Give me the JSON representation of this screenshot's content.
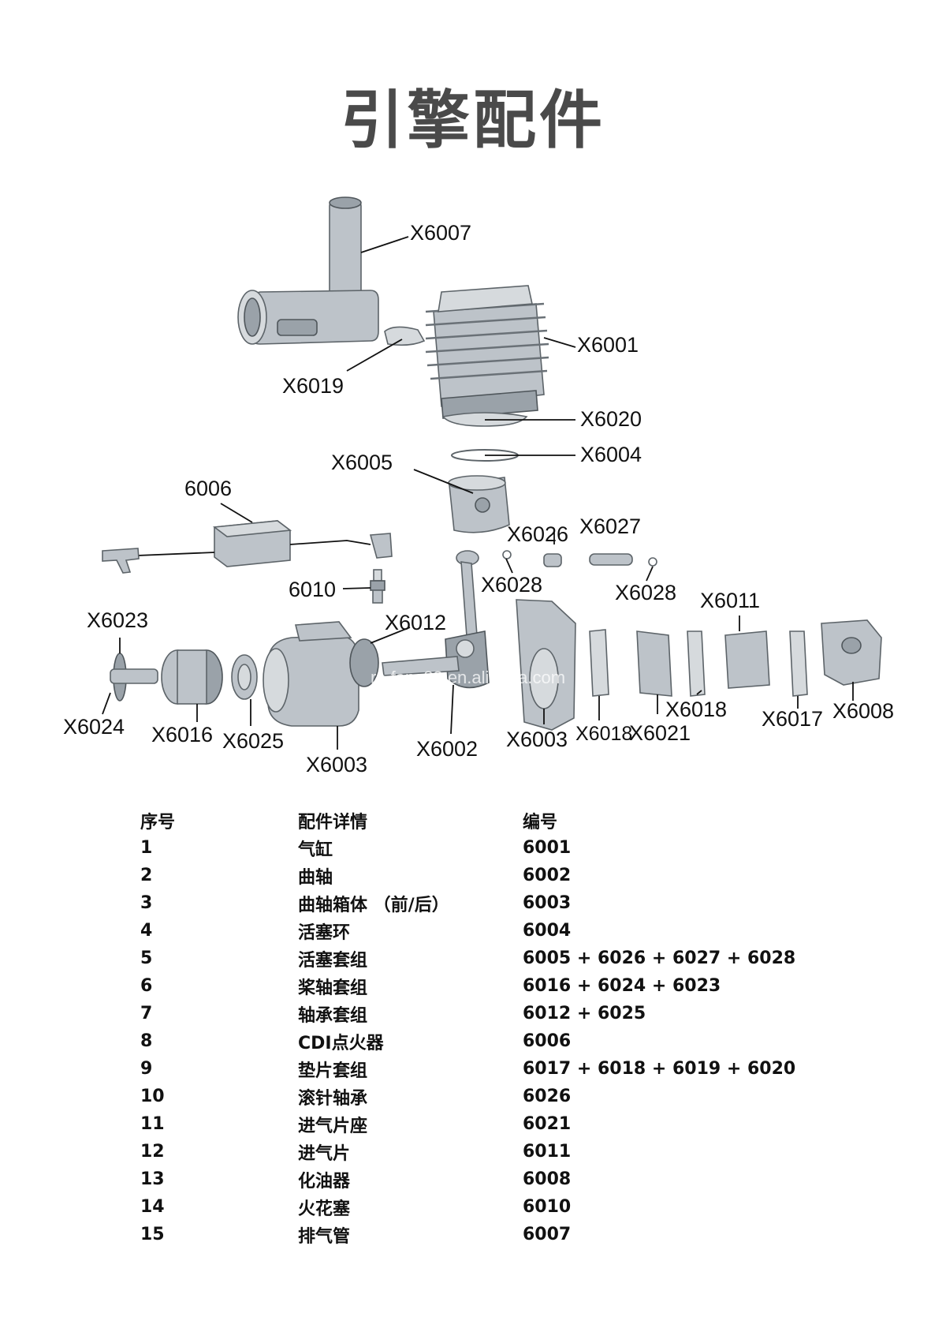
{
  "title": "引擎配件",
  "watermark": "rc-fans88.en.alibaba.com",
  "callouts": {
    "x6007": "X6007",
    "x6001": "X6001",
    "x6019": "X6019",
    "x6020": "X6020",
    "x6004": "X6004",
    "x6005": "X6005",
    "p6006": "6006",
    "x6026": "X6026",
    "x6027": "X6027",
    "x6028a": "X6028",
    "x6028b": "X6028",
    "p6010": "6010",
    "x6011": "X6011",
    "x6023": "X6023",
    "x6012": "X6012",
    "x6024": "X6024",
    "x6016": "X6016",
    "x6025": "X6025",
    "x6003a": "X6003",
    "x6002": "X6002",
    "x6003b": "X6003",
    "x6018a": "X6018",
    "x6021": "X6021",
    "x6018b": "X6018",
    "x6017": "X6017",
    "x6008": "X6008"
  },
  "table": {
    "headers": [
      "序号",
      "配件详情",
      "编号"
    ],
    "rows": [
      [
        "1",
        "气缸",
        "6001"
      ],
      [
        "2",
        "曲轴",
        "6002"
      ],
      [
        "3",
        "曲轴箱体 （前/后）",
        "6003"
      ],
      [
        "4",
        "活塞环",
        "6004"
      ],
      [
        "5",
        "活塞套组",
        "6005 + 6026 + 6027 + 6028"
      ],
      [
        "6",
        "桨轴套组",
        "6016 + 6024 + 6023"
      ],
      [
        "7",
        "轴承套组",
        "6012 + 6025"
      ],
      [
        "8",
        "CDI点火器",
        "6006"
      ],
      [
        "9",
        "垫片套组",
        "6017 + 6018 + 6019 + 6020"
      ],
      [
        "10",
        "滚针轴承",
        "6026"
      ],
      [
        "11",
        "进气片座",
        "6021"
      ],
      [
        "12",
        "进气片",
        "6011"
      ],
      [
        "13",
        "化油器",
        "6008"
      ],
      [
        "14",
        "火花塞",
        "6010"
      ],
      [
        "15",
        "排气管",
        "6007"
      ]
    ]
  }
}
